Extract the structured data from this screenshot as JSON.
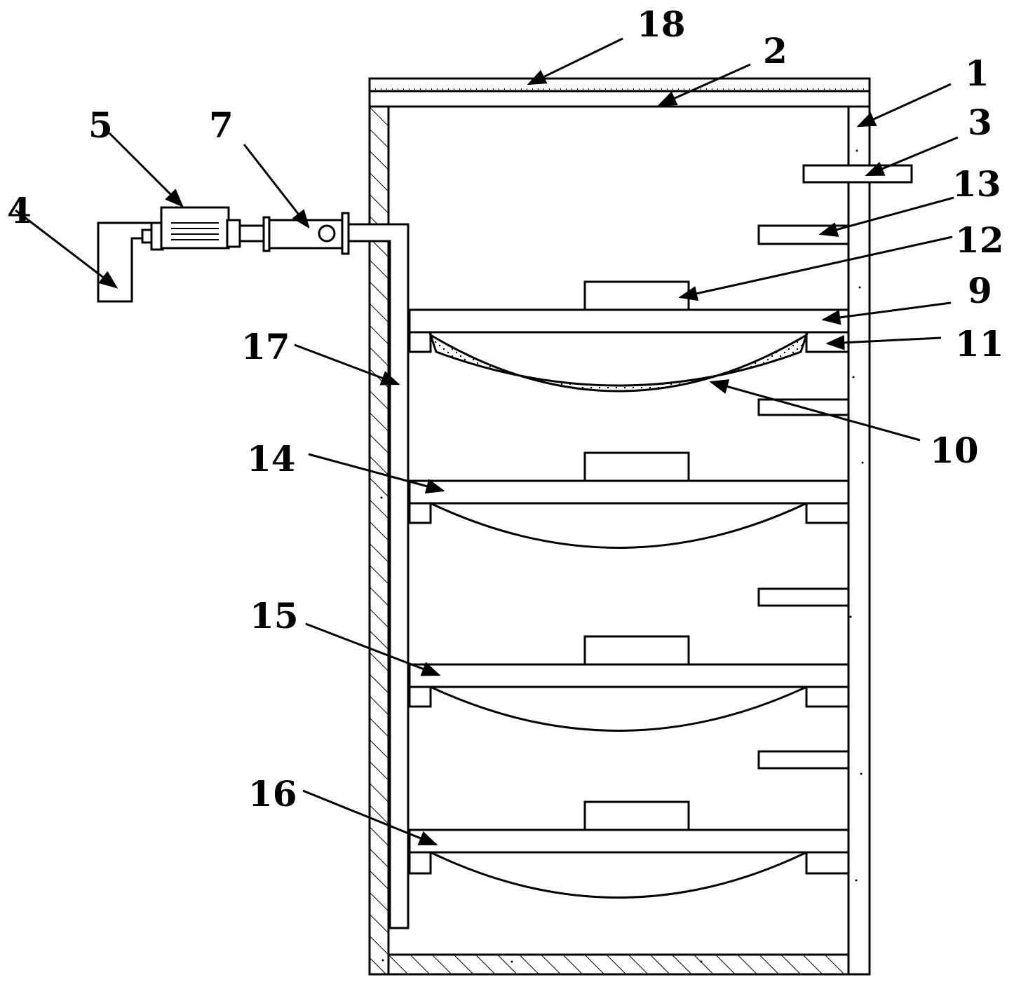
{
  "diagram": {
    "labels": {
      "l1": "1",
      "l2": "2",
      "l3": "3",
      "l4": "4",
      "l5": "5",
      "l7": "7",
      "l9": "9",
      "l10": "10",
      "l11": "11",
      "l12": "12",
      "l13": "13",
      "l14": "14",
      "l15": "15",
      "l16": "16",
      "l17": "17",
      "l18": "18"
    }
  }
}
